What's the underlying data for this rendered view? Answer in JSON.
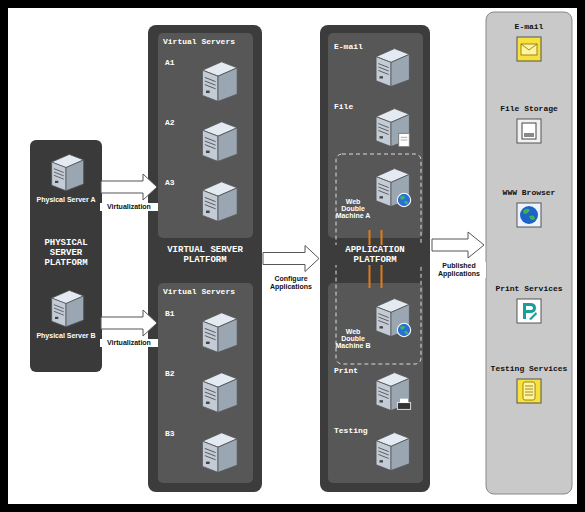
{
  "diagram": {
    "nodes": [
      {
        "text": [
          "PHYSICAL SERVER PLATFORM"
        ]
      },
      {
        "text": [
          "Physical Server A"
        ],
        "in": 0
      },
      {
        "text": [
          "Physical Server B"
        ],
        "in": 0
      },
      {
        "text": [
          "VIRTUAL SERVER PLATFORM"
        ]
      },
      {
        "text": [
          "Virtual Servers"
        ],
        "in": 3
      },
      {
        "text": [
          "A1"
        ],
        "in": 4
      },
      {
        "text": [
          "A2"
        ],
        "in": 4
      },
      {
        "text": [
          "A3"
        ],
        "in": 4
      },
      {
        "text": [
          "Virtual Servers"
        ],
        "in": 3
      },
      {
        "text": [
          "B1"
        ],
        "in": 8
      },
      {
        "text": [
          "B2"
        ],
        "in": 8
      },
      {
        "text": [
          "B3"
        ],
        "in": 8
      },
      {
        "text": [
          "APPLICATION PLATFORM"
        ]
      },
      {
        "text": [
          "E-mail"
        ],
        "in": 12
      },
      {
        "text": [
          "File"
        ],
        "in": 12
      },
      {
        "text": [
          "Web Double Machine A"
        ],
        "in": 12
      },
      {
        "text": [
          "Web Double Machine B"
        ],
        "in": 12
      },
      {
        "text": [
          "Print"
        ],
        "in": 12
      },
      {
        "text": [
          "Testing"
        ],
        "in": 12
      },
      {
        "text": [
          "E-mail"
        ]
      },
      {
        "text": [
          "File Storage"
        ]
      },
      {
        "text": [
          "WWW Browser"
        ]
      },
      {
        "text": [
          "Print Services"
        ]
      },
      {
        "text": [
          "Testing Services"
        ]
      }
    ],
    "edges": [
      {
        "from": 1,
        "to": 4,
        "arrow": "to",
        "label": "Virtualization"
      },
      {
        "from": 2,
        "to": 8,
        "arrow": "to",
        "label": "Virtualization"
      },
      {
        "from": 3,
        "to": 12,
        "arrow": "to",
        "label": "Configure Applications"
      },
      {
        "from": 15,
        "to": 16,
        "arrow": "none"
      },
      {
        "from": 15,
        "to": 16,
        "arrow": "none"
      }
    ],
    "labels": [
      "Published Applications"
    ]
  }
}
